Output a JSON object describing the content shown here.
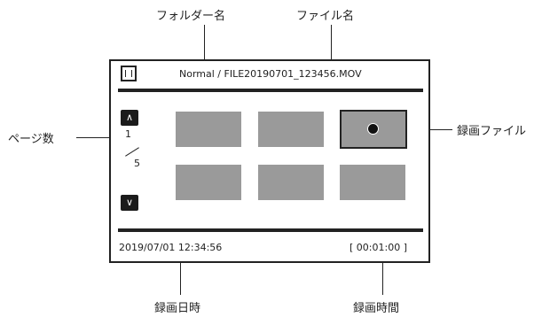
{
  "callouts": {
    "folder_name": "フォルダー名",
    "file_name": "ファイル名",
    "recorded_file": "録画ファイル",
    "page_count": "ページ数",
    "recorded_date": "録画日時",
    "recorded_time": "録画時間"
  },
  "header": {
    "path": "Normal / FILE20190701_123456.MOV",
    "folder_icon": "folder-icon"
  },
  "pager": {
    "up_label": "∧",
    "down_label": "∨",
    "current": "1",
    "total": "5"
  },
  "thumbnails": [
    {
      "selected": false
    },
    {
      "selected": false
    },
    {
      "selected": true
    },
    {
      "selected": false
    },
    {
      "selected": false
    },
    {
      "selected": false
    }
  ],
  "footer": {
    "datetime": "2019/07/01 12:34:56",
    "duration": "[ 00:01:00 ]"
  }
}
